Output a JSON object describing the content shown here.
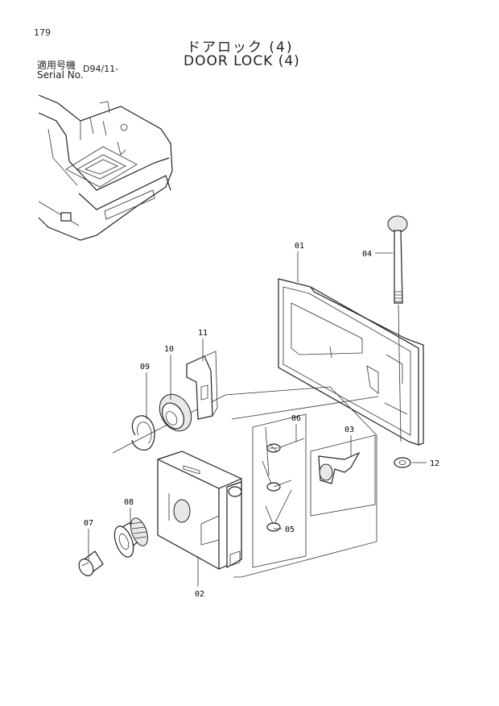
{
  "header": {
    "page_number": "179",
    "title_japanese": "ドアロック (4)",
    "title_english": "DOOR LOCK (4)",
    "serial_label_japanese": "適用号機",
    "serial_label_english": "Serial No.",
    "serial_value": "D94/11-"
  },
  "callouts": {
    "c01": "01",
    "c02": "02",
    "c03": "03",
    "c04": "04",
    "c05": "05",
    "c06": "06",
    "c07": "07",
    "c08": "08",
    "c09": "09",
    "c10": "10",
    "c11": "11",
    "c12": "12"
  }
}
